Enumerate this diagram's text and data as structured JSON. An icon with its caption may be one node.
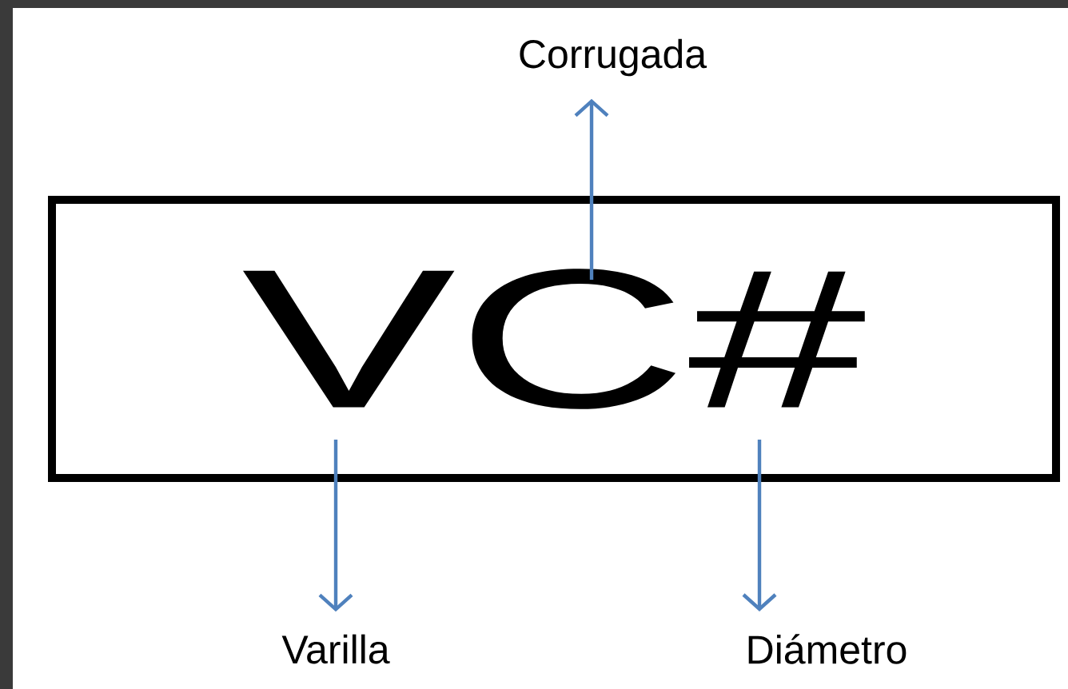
{
  "diagram": {
    "nodes": [
      {
        "text": [
          "VC#"
        ]
      },
      {
        "text": [
          "Corrugada"
        ]
      },
      {
        "text": [
          "Varilla"
        ]
      },
      {
        "text": [
          "Diámetro"
        ]
      }
    ],
    "edges": [
      {
        "from": 0,
        "to": 1,
        "arrow": "to"
      },
      {
        "from": 0,
        "to": 2,
        "arrow": "to"
      },
      {
        "from": 0,
        "to": 3,
        "arrow": "to"
      }
    ]
  }
}
